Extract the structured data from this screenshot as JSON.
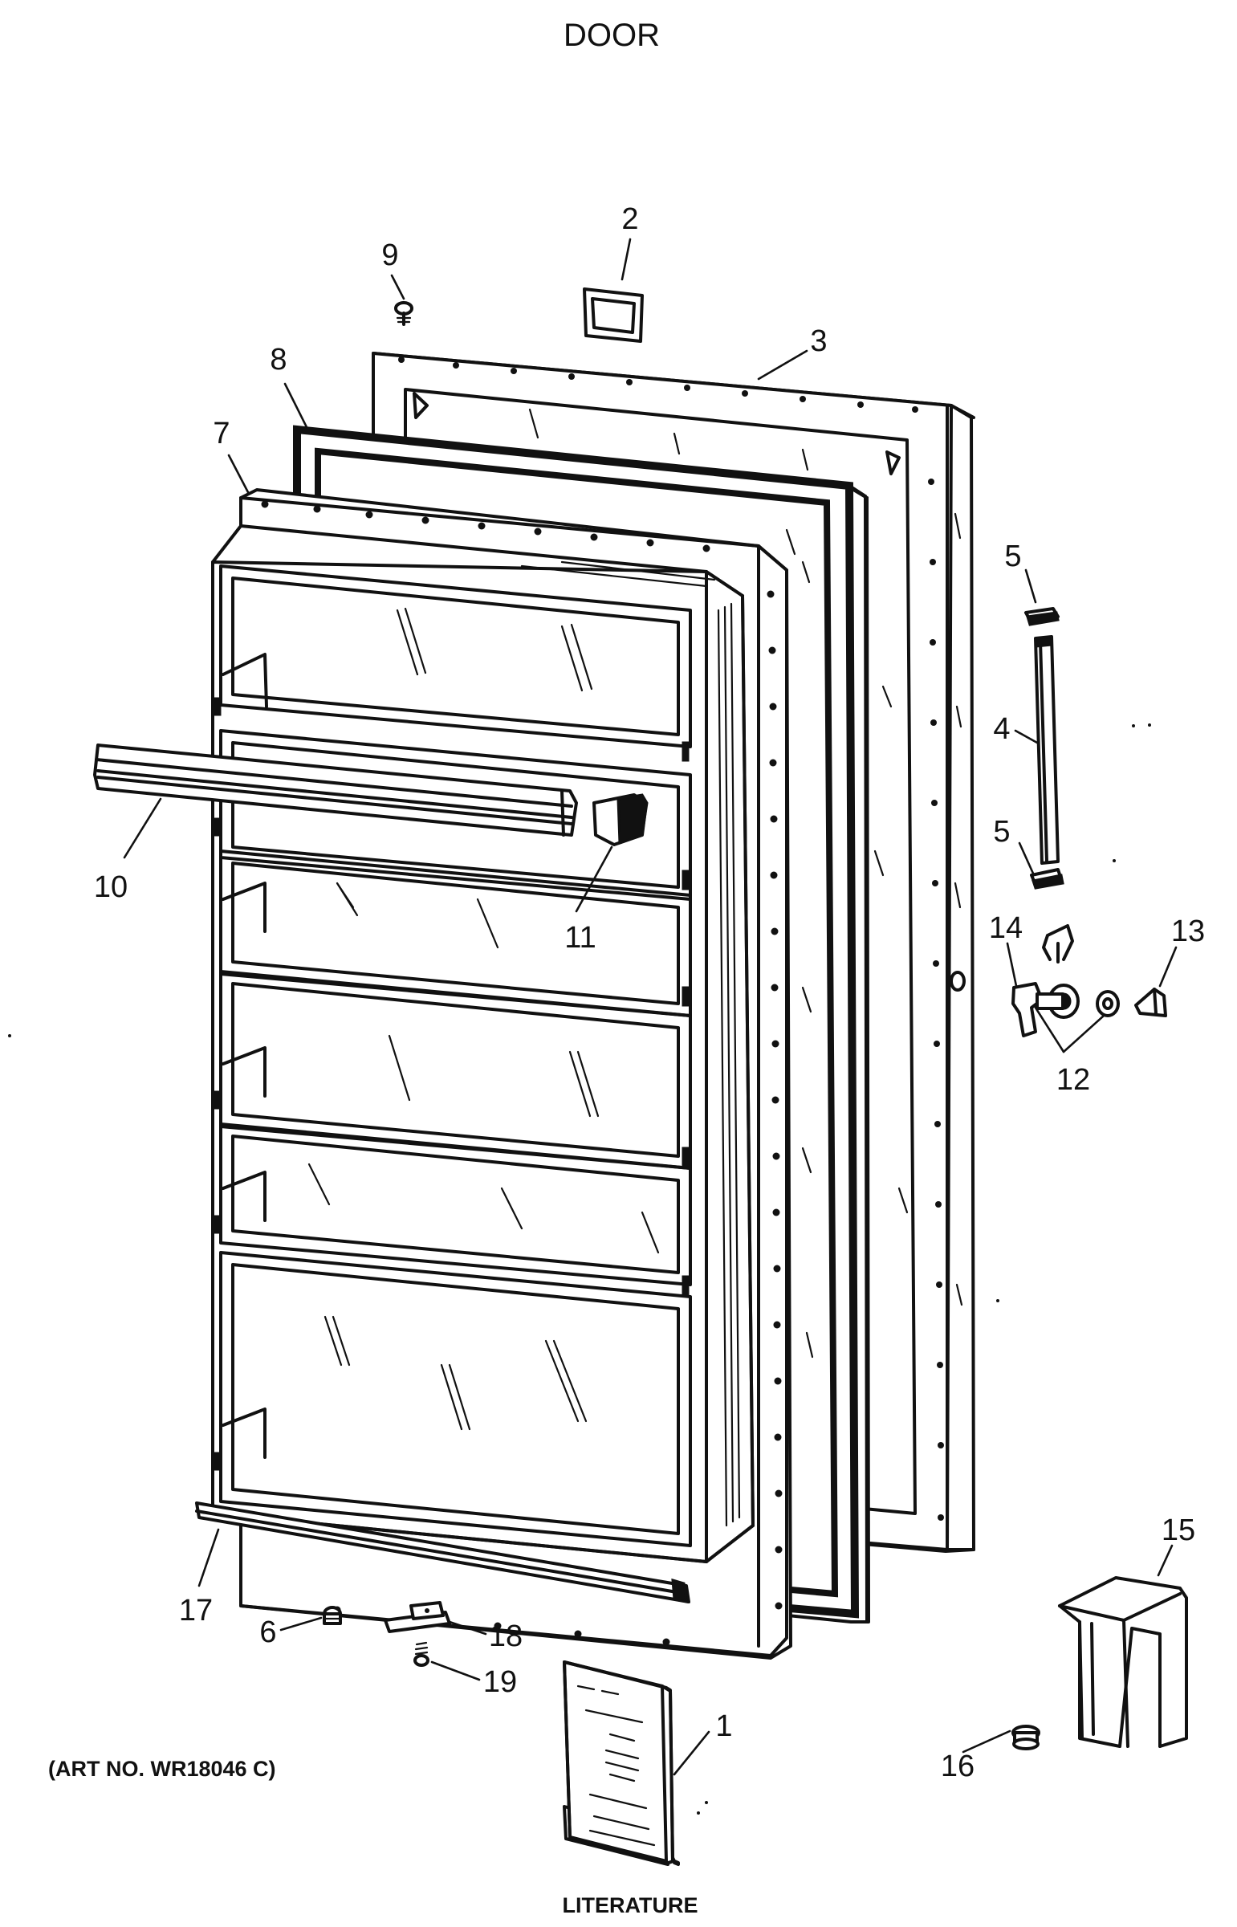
{
  "title": "DOOR",
  "art_number": "(ART NO. WR18046 C)",
  "literature_label": "LITERATURE",
  "callouts": {
    "c1": "1",
    "c2": "2",
    "c3": "3",
    "c4": "4",
    "c5a": "5",
    "c5b": "5",
    "c6": "6",
    "c7": "7",
    "c8": "8",
    "c9": "9",
    "c10": "10",
    "c11": "11",
    "c12": "12",
    "c13": "13",
    "c14": "14",
    "c15": "15",
    "c16": "16",
    "c17": "17",
    "c18": "18",
    "c19": "19"
  }
}
